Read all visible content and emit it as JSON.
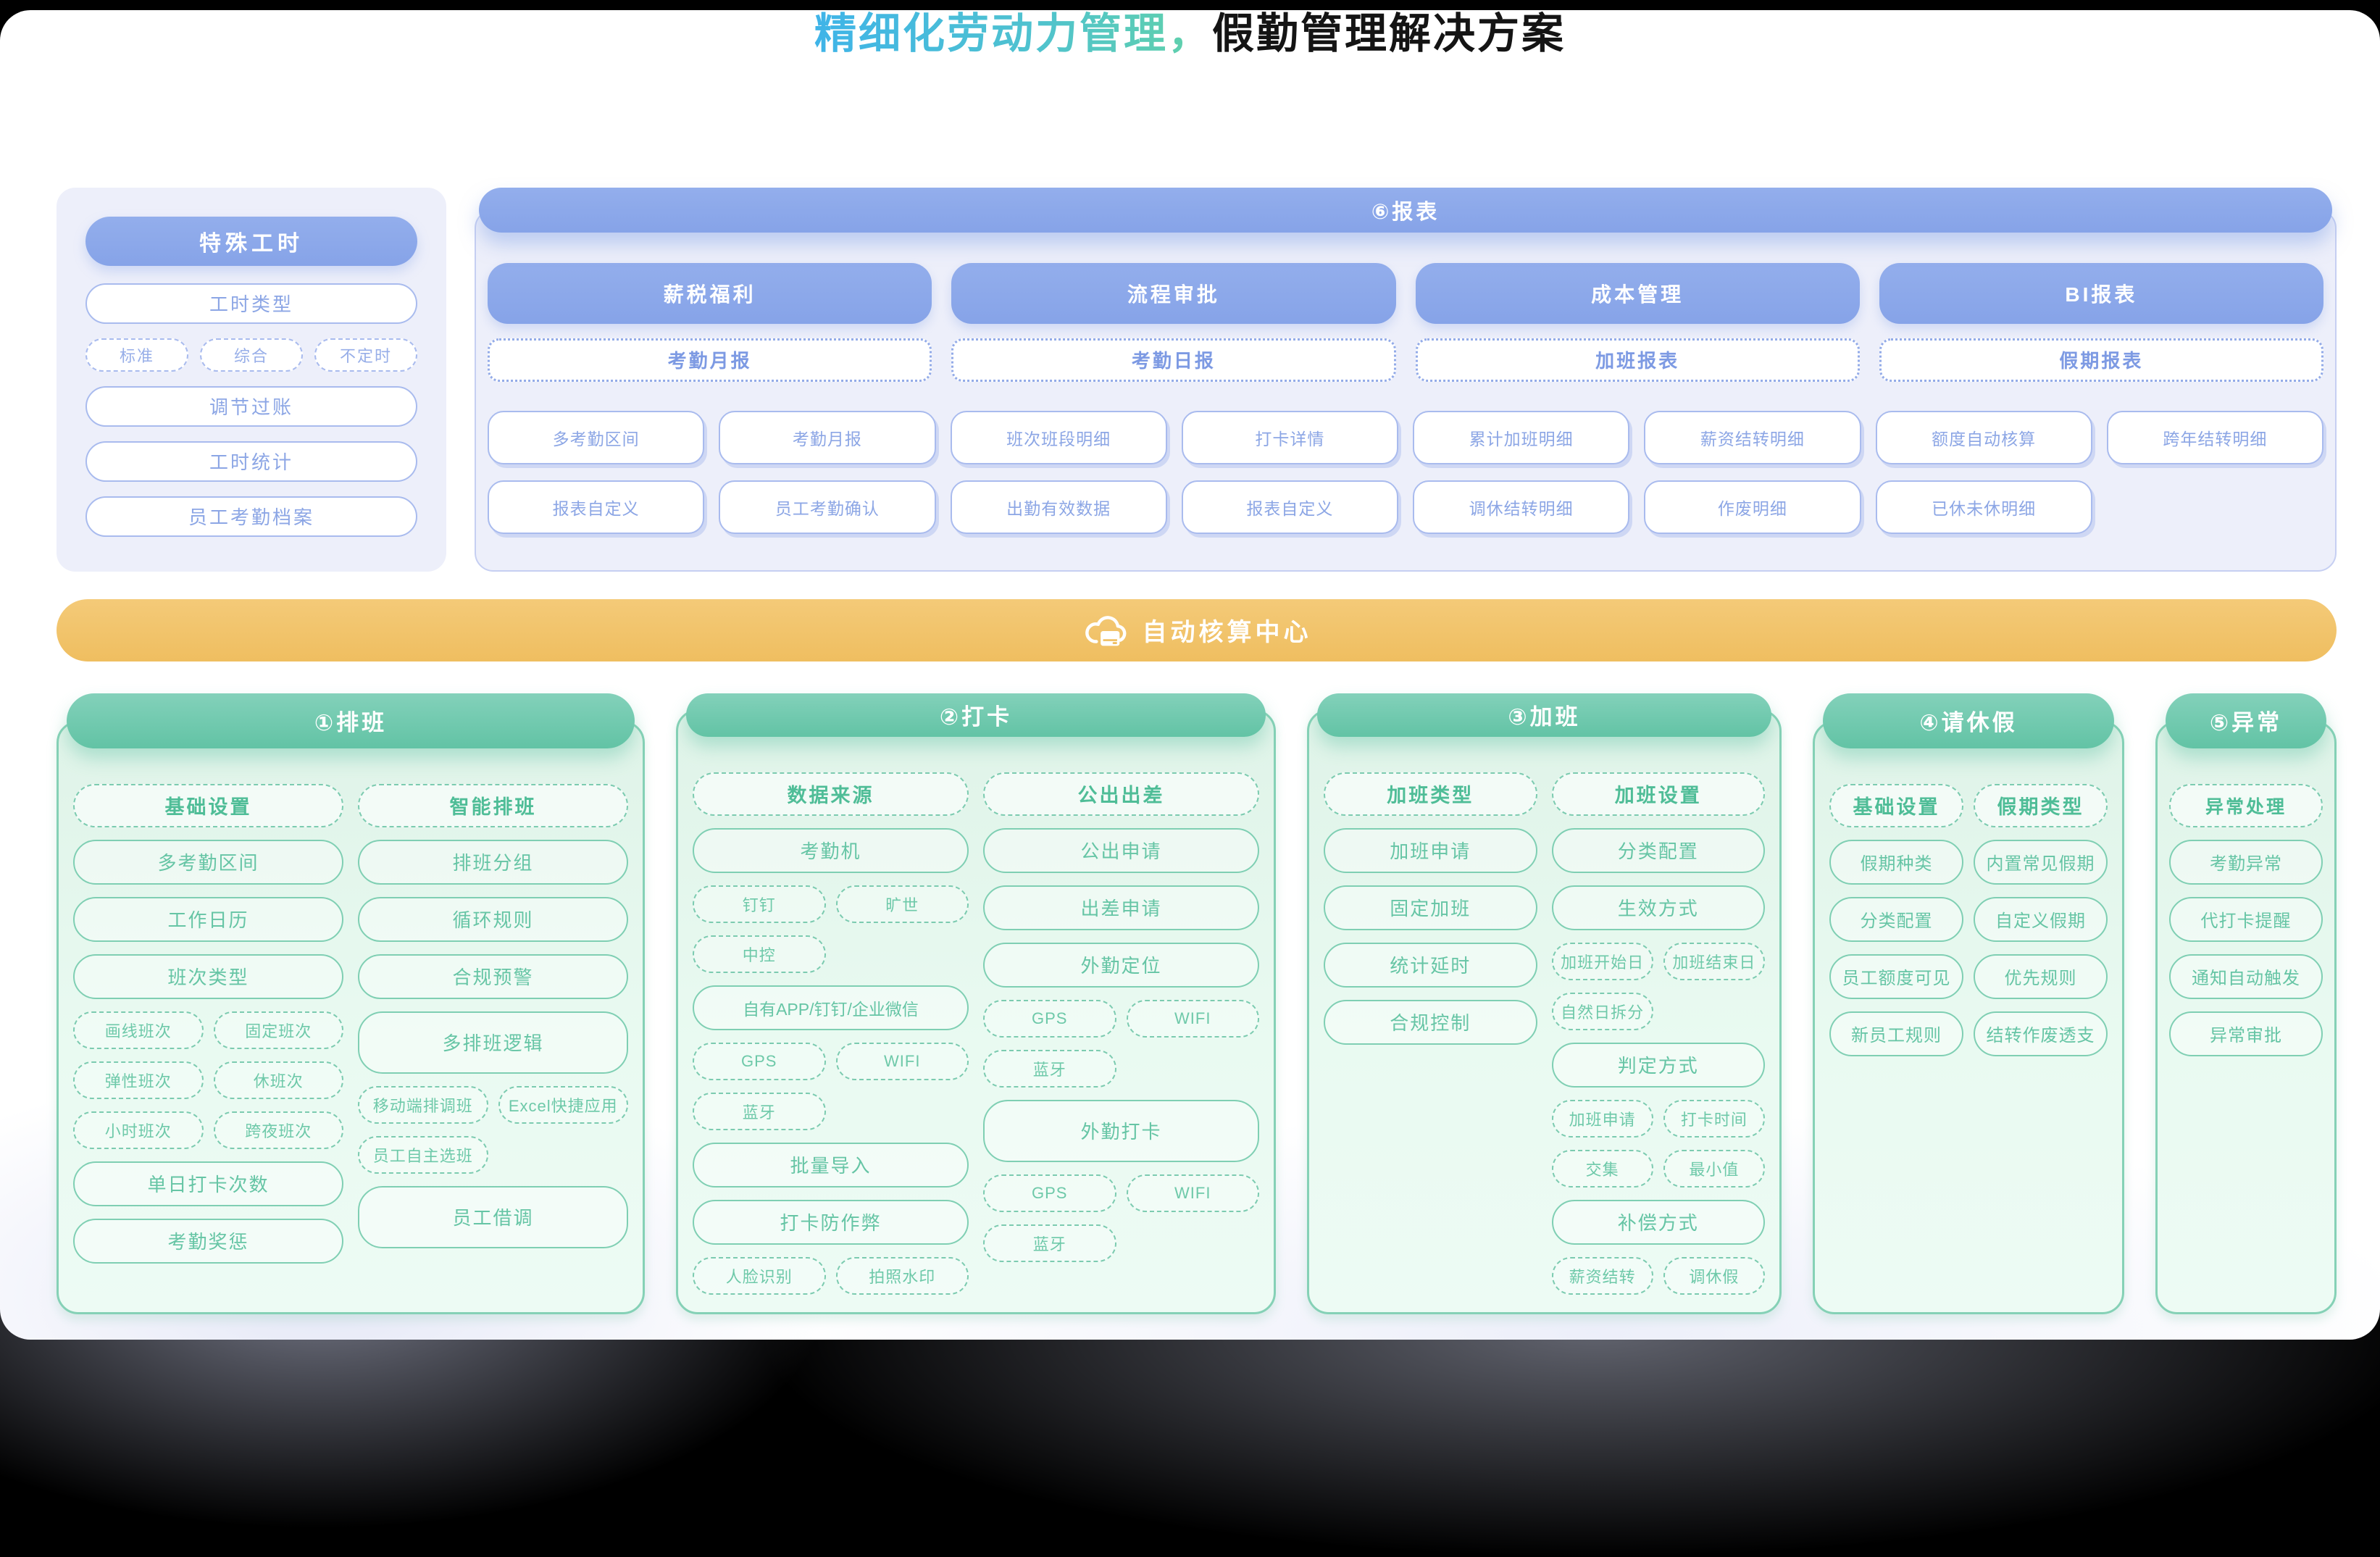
{
  "title": {
    "highlight": "精细化劳动力管理，",
    "rest": "假勤管理解决方案"
  },
  "special_hours": {
    "header": "特殊工时",
    "type_item": "工时类型",
    "type_tags": [
      "标准",
      "综合",
      "不定时"
    ],
    "items": [
      "调节过账",
      "工时统计",
      "员工考勤档案"
    ]
  },
  "reports": {
    "header": "⑥报表",
    "groups": [
      "薪税福利",
      "流程审批",
      "成本管理",
      "BI报表"
    ],
    "group_reports": [
      "考勤月报",
      "考勤日报",
      "加班报表",
      "假期报表"
    ],
    "details_row1": [
      "多考勤区间",
      "考勤月报",
      "班次班段明细",
      "打卡详情",
      "累计加班明细",
      "薪资结转明细",
      "额度自动核算",
      "跨年结转明细"
    ],
    "details_row2": [
      "报表自定义",
      "员工考勤确认",
      "出勤有效数据",
      "报表自定义",
      "调休结转明细",
      "作废明细",
      "已休未休明细"
    ]
  },
  "center_bar": {
    "label": "自动核算中心",
    "icon": "cloud-server-icon"
  },
  "columns": [
    {
      "header": "①排班",
      "left": [
        "基础设置",
        "多考勤区间",
        "工作日历",
        "班次类型",
        "画线班次",
        "固定班次",
        "弹性班次",
        "休班次",
        "小时班次",
        "跨夜班次",
        "单日打卡次数",
        "考勤奖惩"
      ],
      "right": [
        "智能排班",
        "排班分组",
        "循环规则",
        "合规预警",
        "多排班逻辑",
        "移动端排调班",
        "Excel快捷应用",
        "员工自主选班",
        "员工借调"
      ]
    },
    {
      "header": "②打卡",
      "left": [
        "数据来源",
        "考勤机",
        "钉钉",
        "旷世",
        "中控",
        "自有APP/钉钉/企业微信",
        "GPS",
        "WIFI",
        "蓝牙",
        "批量导入",
        "打卡防作弊",
        "人脸识别",
        "拍照水印"
      ],
      "right": [
        "公出出差",
        "公出申请",
        "出差申请",
        "外勤定位",
        "GPS",
        "WIFI",
        "蓝牙",
        "外勤打卡",
        "GPS",
        "WIFI",
        "蓝牙"
      ]
    },
    {
      "header": "③加班",
      "left": [
        "加班类型",
        "加班申请",
        "固定加班",
        "统计延时",
        "合规控制"
      ],
      "right": [
        "加班设置",
        "分类配置",
        "生效方式",
        "加班开始日",
        "加班结束日",
        "自然日拆分",
        "判定方式",
        "加班申请",
        "打卡时间",
        "交集",
        "最小值",
        "补偿方式",
        "薪资结转",
        "调休假"
      ]
    },
    {
      "header": "④请休假",
      "left": [
        "基础设置",
        "假期种类",
        "分类配置",
        "员工额度可见",
        "新员工规则"
      ],
      "right": [
        "假期类型",
        "内置常见假期",
        "自定义假期",
        "优先规则",
        "结转作废透支"
      ]
    },
    {
      "header": "⑤异常",
      "items": [
        "异常处理",
        "考勤异常",
        "代打卡提醒",
        "通知自动触发",
        "异常审批"
      ]
    }
  ],
  "colors": {
    "accent_blue": "#8CA9EA",
    "accent_teal": "#6FC8AD",
    "accent_orange": "#F2C469",
    "panel_lavender": "#EDEFFA",
    "panel_mint": "#E6F7EE",
    "title_gradient_start": "#3FB4E8",
    "title_gradient_end": "#62D2A8"
  }
}
